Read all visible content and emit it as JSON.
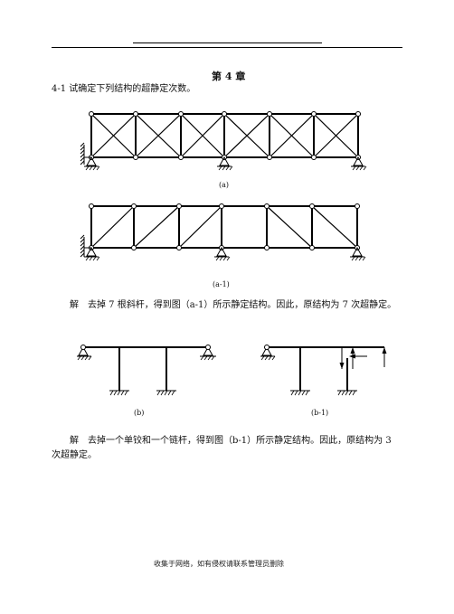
{
  "header": {
    "rule": ""
  },
  "chapter": {
    "title": "第 4 章"
  },
  "problem": {
    "number": "4-1",
    "text": "试确定下列结构的超静定次数。"
  },
  "figures": {
    "a": {
      "caption": "(a)"
    },
    "a1": {
      "caption": "(a-1)"
    },
    "b": {
      "caption": "(b)"
    },
    "b1": {
      "caption": "(b-1)"
    }
  },
  "solutions": {
    "a": "解　去掉 7 根斜杆，得到图（a-1）所示静定结构。因此，原结构为 7 次超静定。",
    "b": "解　去掉一个单铰和一个链杆，得到图（b-1）所示静定结构。因此，原结构为 3 次超静定。"
  },
  "footer": {
    "text": "收集于网络，如有侵权请联系管理员删除"
  }
}
